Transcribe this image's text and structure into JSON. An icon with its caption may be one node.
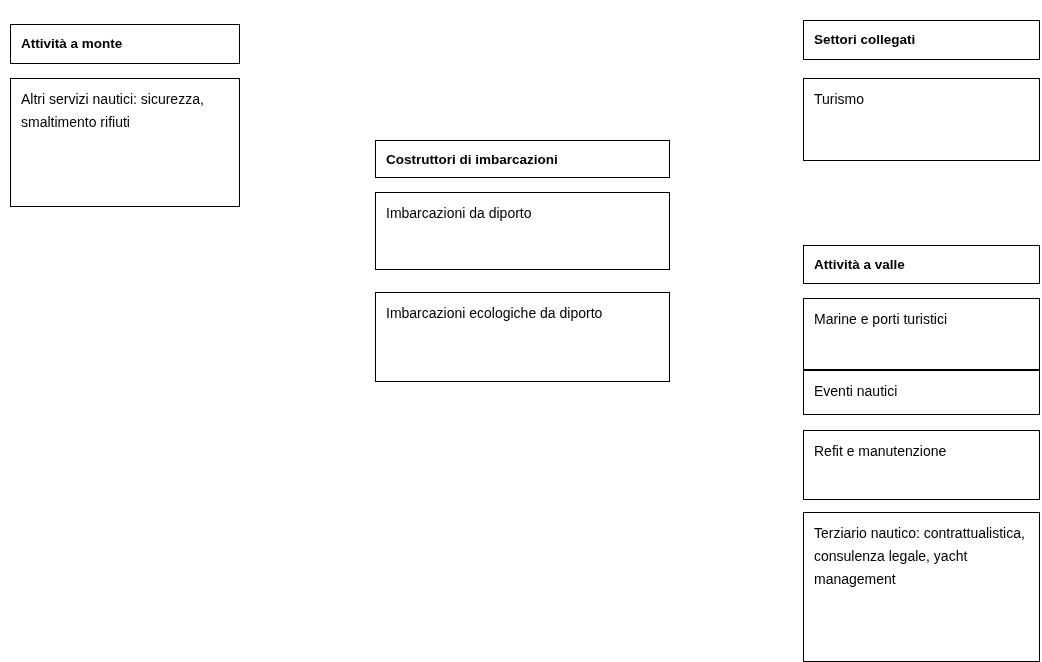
{
  "diagram": {
    "nodes": [
      {
        "text": [
          "Attività a monte"
        ]
      },
      {
        "text": [
          "Altri servizi nautici: sicurezza, smaltimento rifiuti"
        ]
      },
      {
        "text": [
          "Costruttori di imbarcazioni"
        ]
      },
      {
        "text": [
          "Imbarcazioni da diporto"
        ]
      },
      {
        "text": [
          "Imbarcazioni ecologiche da diporto"
        ]
      },
      {
        "text": [
          "Settori collegati"
        ]
      },
      {
        "text": [
          "Turismo"
        ]
      },
      {
        "text": [
          "Attività a valle"
        ]
      },
      {
        "text": [
          "Marine e porti turistici"
        ]
      },
      {
        "text": [
          "Eventi nautici"
        ]
      },
      {
        "text": [
          "Refit e manutenzione"
        ]
      },
      {
        "text": [
          "Terziario nautico: contrattualistica, consulenza legale, yacht management"
        ]
      }
    ]
  }
}
